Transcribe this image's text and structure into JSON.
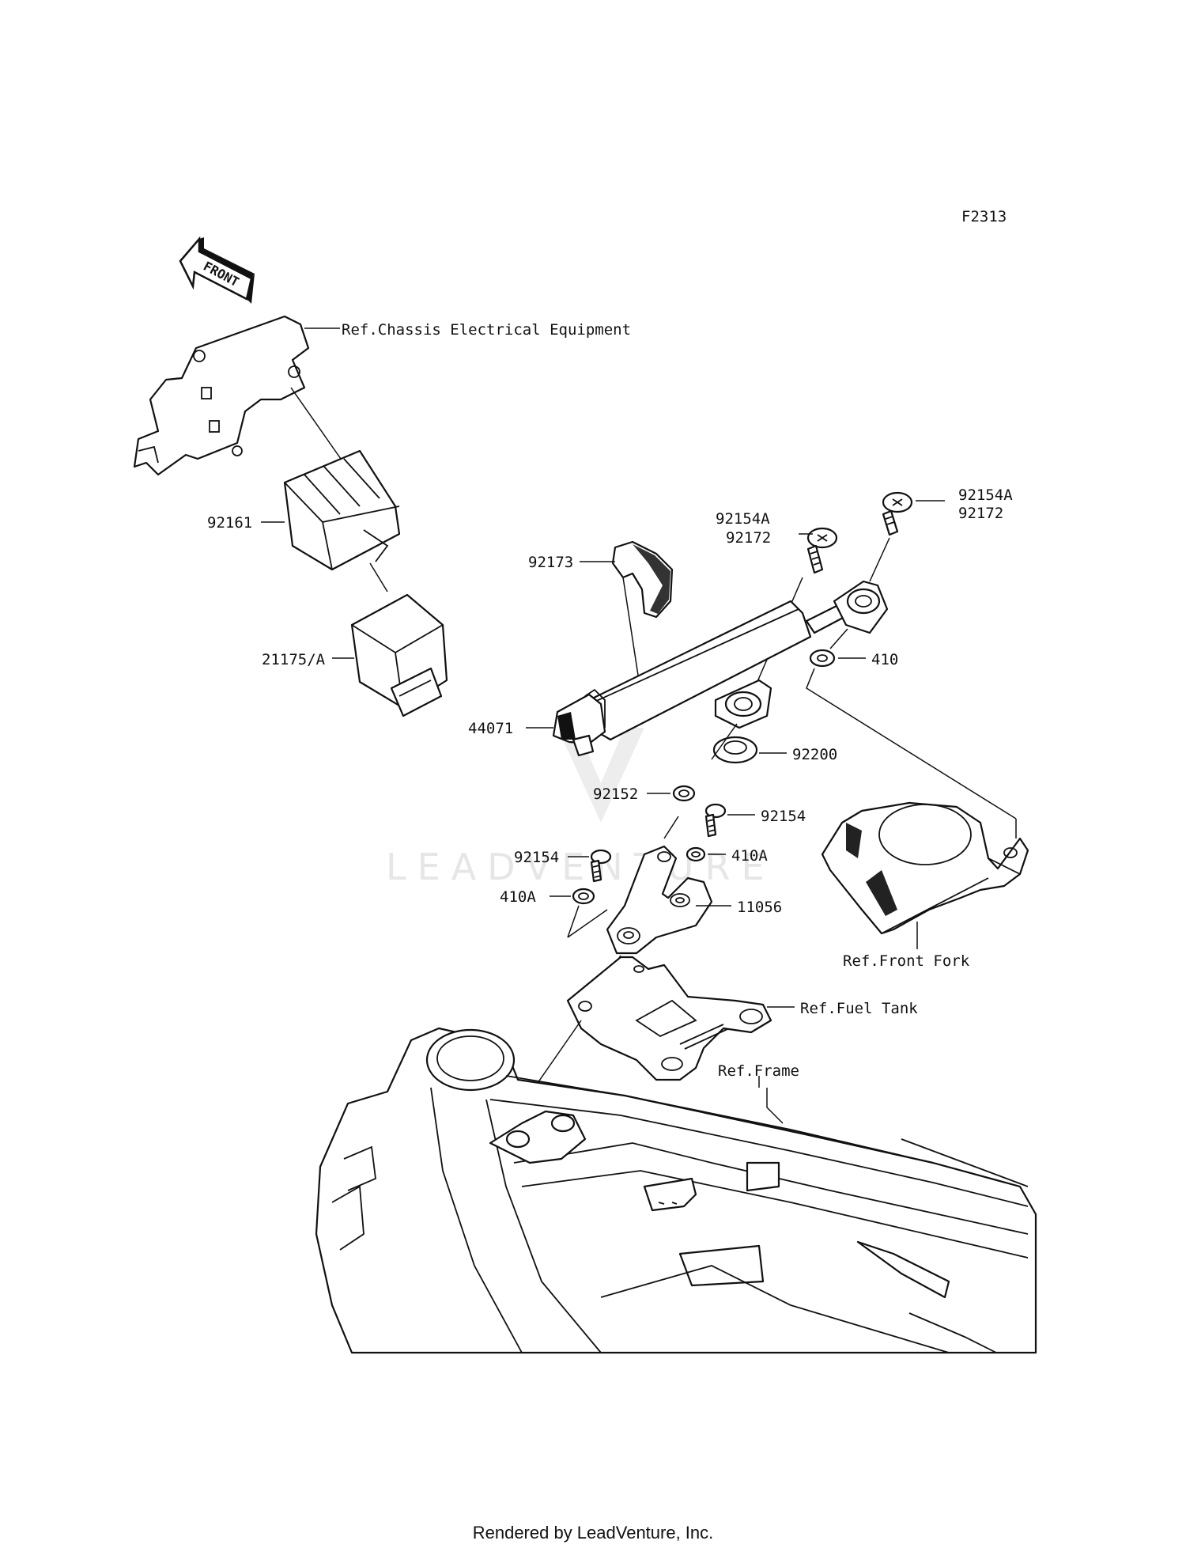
{
  "diagram": {
    "code": "F2313",
    "front_label": "FRONT",
    "watermark": "LEADVENTURE",
    "footer": "Rendered by LeadVenture, Inc.",
    "labels": {
      "ref_chassis": "Ref.Chassis Electrical Equipment",
      "p92161": "92161",
      "p21175a": "21175/A",
      "p92173": "92173",
      "p92154a_left": "92154A",
      "p92172_left": "92172",
      "p92154a_right": "92154A",
      "p92172_right": "92172",
      "p410": "410",
      "p44071": "44071",
      "p92200": "92200",
      "p92152": "92152",
      "p92154_right": "92154",
      "p92154_left": "92154",
      "p410a_right": "410A",
      "p410a_left": "410A",
      "p11056": "11056",
      "ref_front_fork": "Ref.Front Fork",
      "ref_fuel_tank": "Ref.Fuel Tank",
      "ref_frame": "Ref.Frame"
    }
  }
}
